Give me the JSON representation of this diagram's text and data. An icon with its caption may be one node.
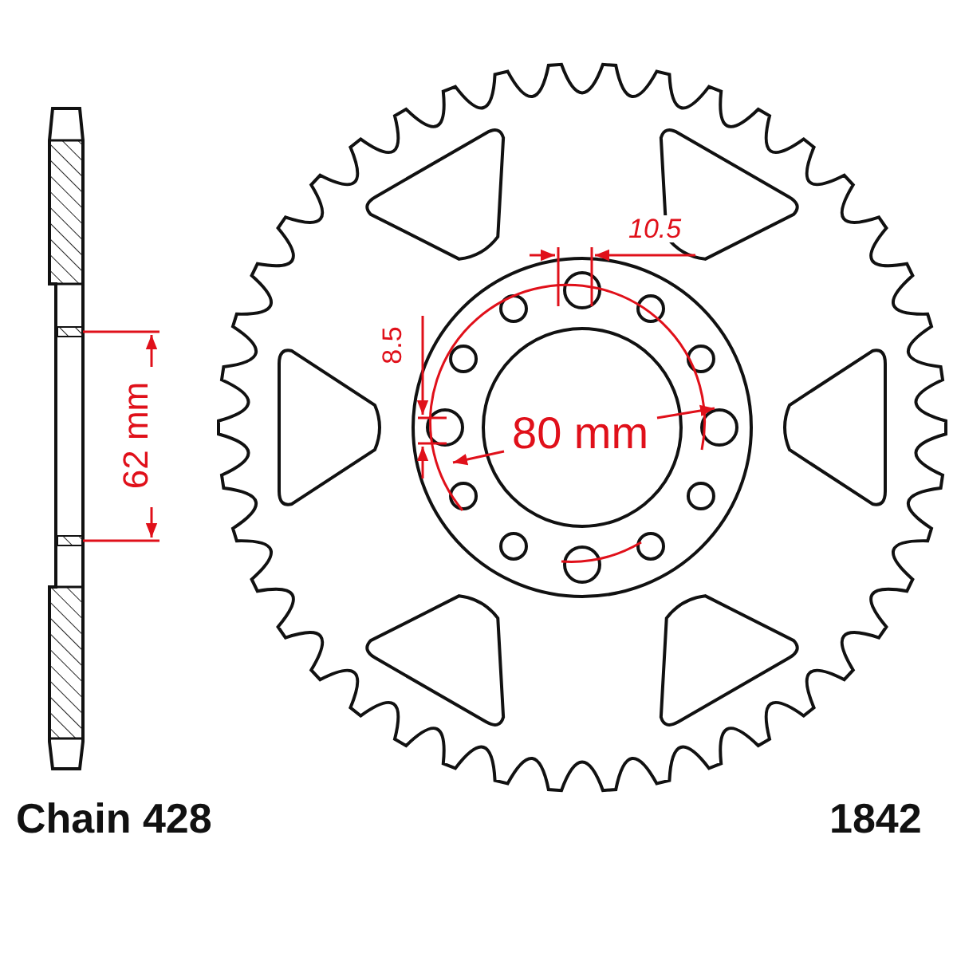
{
  "diagram": {
    "labels": [
      "10.5",
      "8.5",
      "62 mm",
      "80 mm",
      "Chain 428",
      "1842"
    ]
  }
}
